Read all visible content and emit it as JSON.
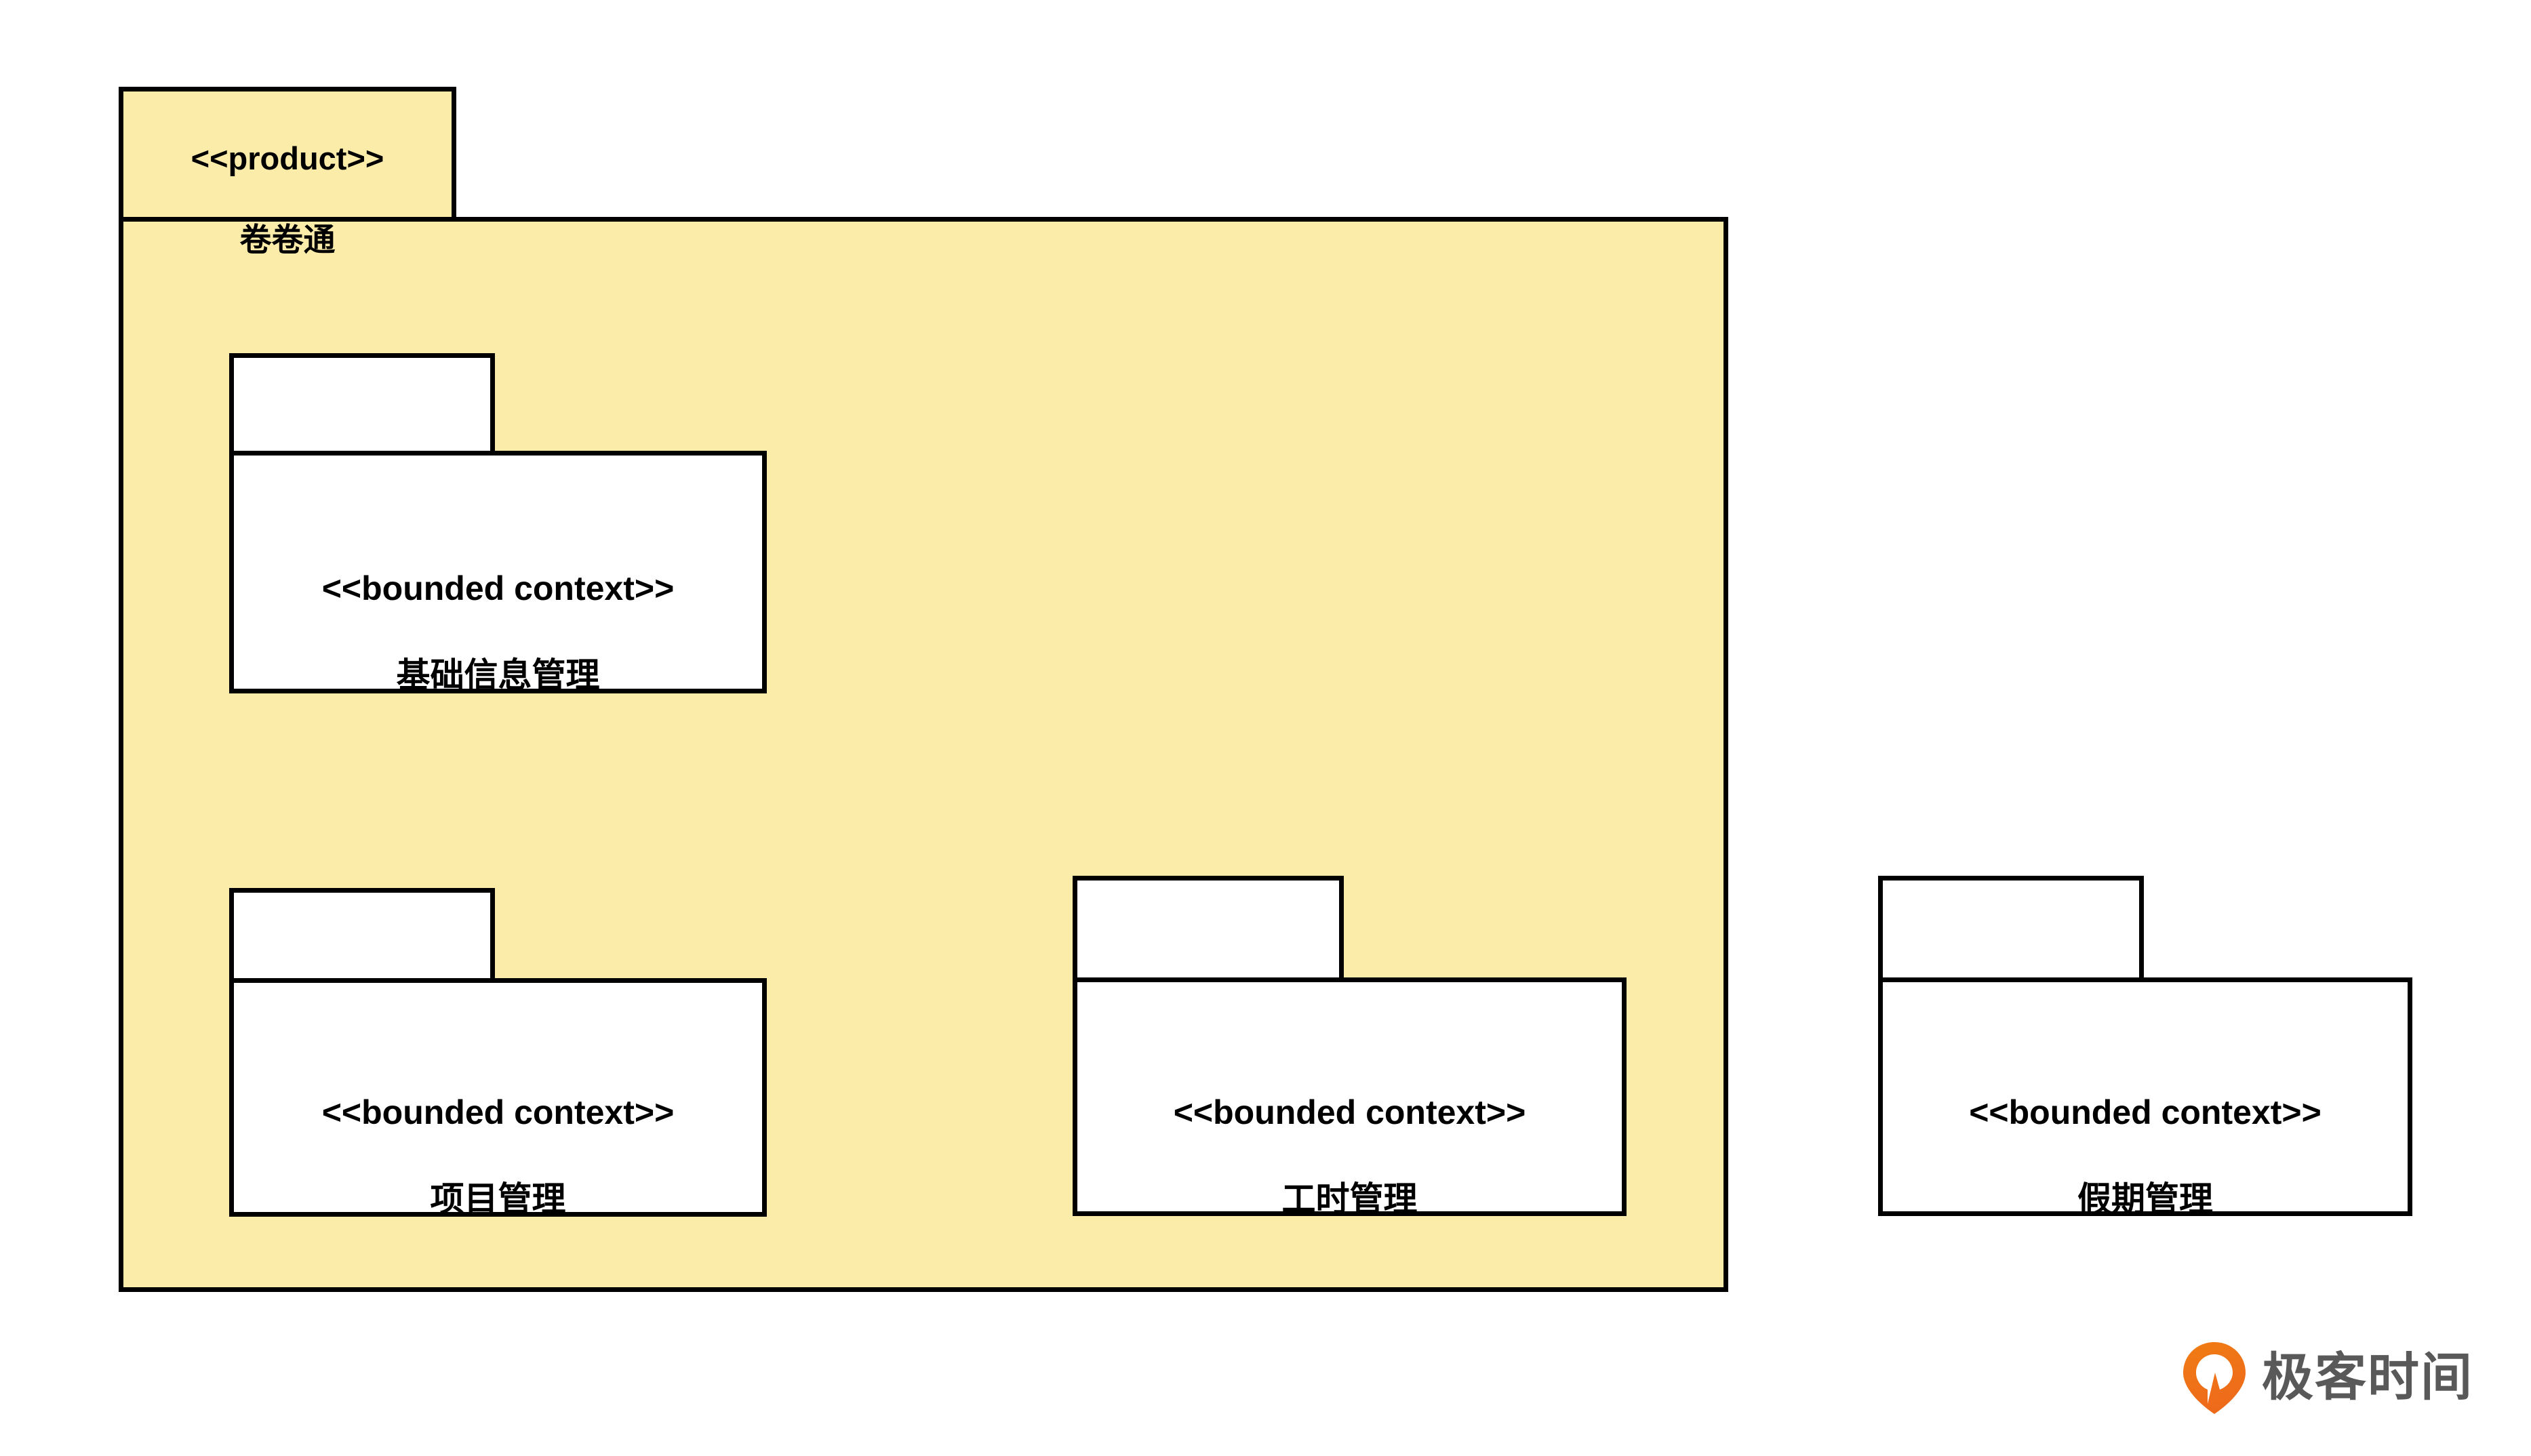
{
  "diagram": {
    "type": "uml-package-diagram",
    "background_color": "#ffffff",
    "stereotype_product": "<<product>>",
    "stereotype_bounded_context": "<<bounded context>>",
    "product_package": {
      "stereotype": "<<product>>",
      "name": "卷卷通",
      "fill_color": "#fceca9",
      "border_color": "#000000"
    },
    "bounded_contexts": [
      {
        "id": "basic-info",
        "stereotype": "<<bounded context>>",
        "name": "基础信息管理",
        "inside_product": true,
        "fill_color": "#ffffff",
        "border_color": "#000000"
      },
      {
        "id": "project",
        "stereotype": "<<bounded context>>",
        "name": "项目管理",
        "inside_product": true,
        "fill_color": "#ffffff",
        "border_color": "#000000"
      },
      {
        "id": "worktime",
        "stereotype": "<<bounded context>>",
        "name": "工时管理",
        "inside_product": true,
        "fill_color": "#ffffff",
        "border_color": "#000000"
      },
      {
        "id": "leave",
        "stereotype": "<<bounded context>>",
        "name": "假期管理",
        "inside_product": false,
        "fill_color": "#ffffff",
        "border_color": "#000000"
      }
    ]
  },
  "brand": {
    "name": "极客时间",
    "mark_color": "#ef7518",
    "text_color": "#595959"
  }
}
